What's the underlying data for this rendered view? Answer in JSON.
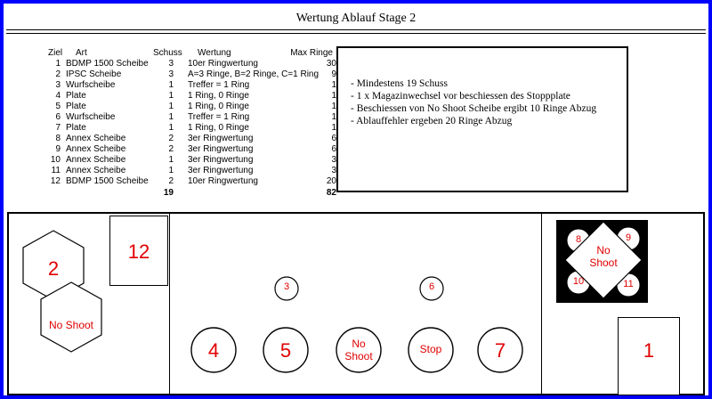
{
  "title": "Wertung Ablauf Stage 2",
  "table": {
    "headers": {
      "ziel": "Ziel",
      "art": "Art",
      "schuss": "Schuss",
      "wertung": "Wertung",
      "max_ringe": "Max Ringe"
    },
    "rows": [
      {
        "ziel": "1",
        "art": "BDMP 1500 Scheibe",
        "schuss": "3",
        "wertung": "10er Ringwertung",
        "max": "30"
      },
      {
        "ziel": "2",
        "art": "IPSC Scheibe",
        "schuss": "3",
        "wertung": "A=3 Ringe, B=2 Ringe, C=1 Ring",
        "max": "9"
      },
      {
        "ziel": "3",
        "art": "Wurfscheibe",
        "schuss": "1",
        "wertung": "Treffer = 1 Ring",
        "max": "1"
      },
      {
        "ziel": "4",
        "art": "Plate",
        "schuss": "1",
        "wertung": "1 Ring, 0 Ringe",
        "max": "1"
      },
      {
        "ziel": "5",
        "art": "Plate",
        "schuss": "1",
        "wertung": "1 Ring, 0 Ringe",
        "max": "1"
      },
      {
        "ziel": "6",
        "art": "Wurfscheibe",
        "schuss": "1",
        "wertung": "Treffer = 1 Ring",
        "max": "1"
      },
      {
        "ziel": "7",
        "art": "Plate",
        "schuss": "1",
        "wertung": "1 Ring, 0 Ringe",
        "max": "1"
      },
      {
        "ziel": "8",
        "art": "Annex Scheibe",
        "schuss": "2",
        "wertung": "3er Ringwertung",
        "max": "6"
      },
      {
        "ziel": "9",
        "art": "Annex Scheibe",
        "schuss": "2",
        "wertung": "3er Ringwertung",
        "max": "6"
      },
      {
        "ziel": "10",
        "art": "Annex Scheibe",
        "schuss": "1",
        "wertung": "3er Ringwertung",
        "max": "3"
      },
      {
        "ziel": "11",
        "art": "Annex Scheibe",
        "schuss": "1",
        "wertung": "3er Ringwertung",
        "max": "3"
      },
      {
        "ziel": "12",
        "art": "BDMP 1500 Scheibe",
        "schuss": "2",
        "wertung": "10er Ringwertung",
        "max": "20"
      }
    ],
    "total_schuss": "19",
    "total_max": "82"
  },
  "notes": [
    "- Mindestens 19 Schuss",
    "- 1 x Magazinwechsel vor beschiessen des Stoppplate",
    "- Beschiessen von No Shoot Scheibe ergibt 10 Ringe Abzug",
    "- Ablauffehler ergeben 20 Ringe Abzug"
  ],
  "stage": {
    "target_2": "2",
    "no_shoot_hex": "No Shoot",
    "target_12": "12",
    "target_3": "3",
    "target_6": "6",
    "target_4": "4",
    "target_5": "5",
    "no_shoot_plate_line1": "No",
    "no_shoot_plate_line2": "Shoot",
    "stop_plate": "Stop",
    "target_7": "7",
    "annex_no_shoot_line1": "No",
    "annex_no_shoot_line2": "Shoot",
    "target_8": "8",
    "target_9": "9",
    "target_10": "10",
    "target_11": "11",
    "target_1": "1"
  },
  "colors": {
    "background_border": "#0000ff",
    "target_number": "#e00000",
    "annex_backing": "#000000"
  }
}
